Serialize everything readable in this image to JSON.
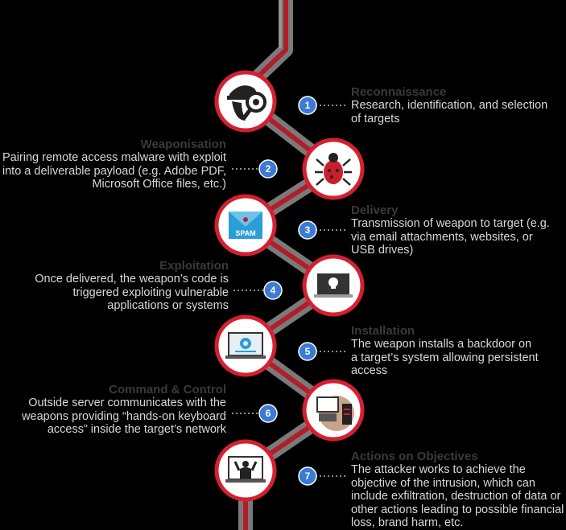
{
  "steps": [
    {
      "number": "1",
      "title": "Reconnaissance",
      "description": "Research, identification, and selection of targets",
      "icon": "spy-magnifier-icon",
      "side": "right"
    },
    {
      "number": "2",
      "title": "Weaponisation",
      "description": "Pairing remote access malware with exploit into a deliverable payload (e.g. Adobe PDF, Microsoft Office files, etc.)",
      "icon": "bug-icon",
      "side": "left"
    },
    {
      "number": "3",
      "title": "Delivery",
      "description": "Transmission of weapon to target (e.g. via email attachments, websites, or USB drives)",
      "icon": "spam-email-icon",
      "side": "right",
      "icon_text": "SPAM"
    },
    {
      "number": "4",
      "title": "Exploitation",
      "description": "Once delivered, the weapon’s code is triggered exploiting vulnerable applications or systems",
      "icon": "skull-laptop-icon",
      "side": "left"
    },
    {
      "number": "5",
      "title": "Installation",
      "description": "The weapon installs a backdoor on a target’s system allowing persistent access",
      "icon": "gear-laptop-icon",
      "side": "right"
    },
    {
      "number": "6",
      "title": "Command & Control",
      "description": "Outside server communicates with the weapons providing “hands-on keyboard access” inside the target’s network",
      "icon": "server-globe-icon",
      "side": "left"
    },
    {
      "number": "7",
      "title": "Actions on Objectives",
      "description": "The attacker works to achieve the objective of the intrusion, which can include exfiltration, destruction of data or other actions leading to possible financial loss, brand harm, etc.",
      "icon": "hands-up-laptop-icon",
      "side": "right"
    }
  ],
  "colors": {
    "background": "#000000",
    "ring": "#d42030",
    "badge": "#3b7bd4",
    "path_outer": "#7a7a7a",
    "path_inner": "#b01e2a",
    "title": "#3a3a3a",
    "description": "#d8d8d8"
  }
}
